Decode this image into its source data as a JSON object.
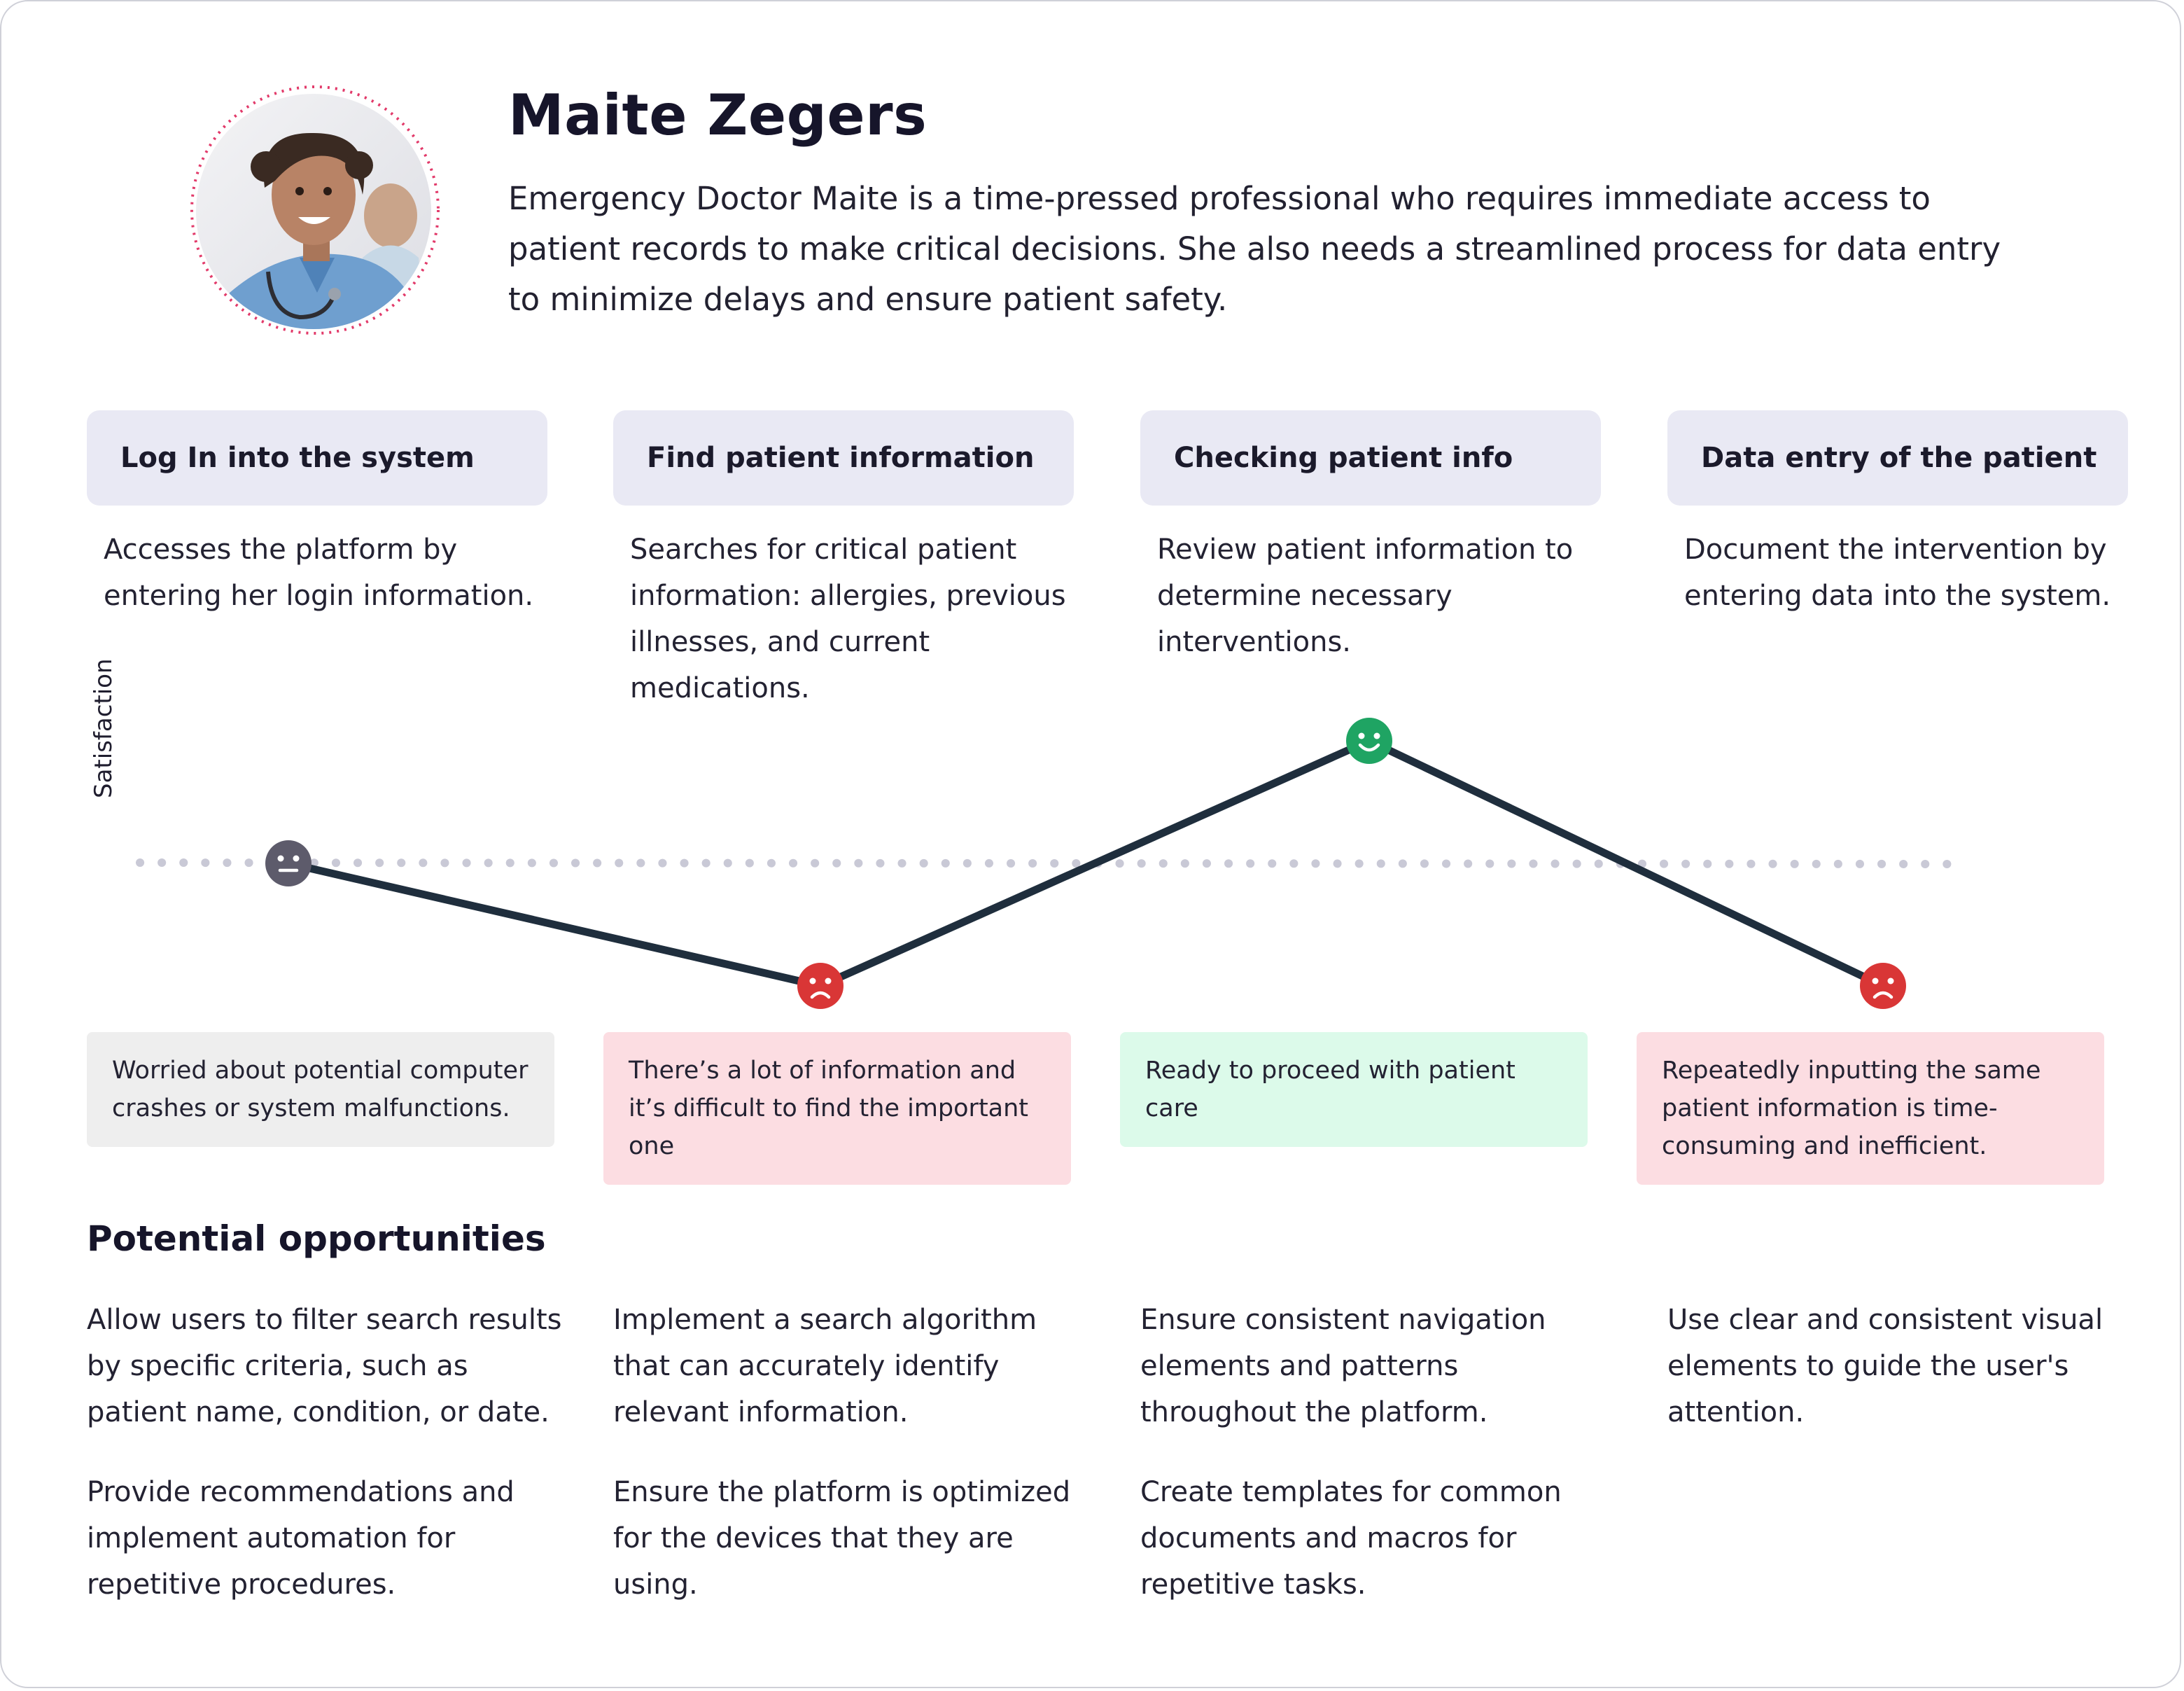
{
  "persona": {
    "name": "Maite Zegers",
    "bio": "Emergency Doctor Maite is a time-pressed professional who requires immediate access to patient records to make critical decisions. She also needs a streamlined process for data entry to minimize delays and ensure patient safety."
  },
  "stages": [
    {
      "title": "Log In into the system",
      "description": "Accesses the platform by entering her login information."
    },
    {
      "title": "Find patient information",
      "description": "Searches for critical patient information: allergies, previous illnesses, and current medications."
    },
    {
      "title": "Checking patient info",
      "description": "Review patient information to determine necessary interventions."
    },
    {
      "title": "Data entry of the patient",
      "description": "Document the intervention by entering data into the system."
    }
  ],
  "chart_data": {
    "type": "line",
    "ylabel": "Satisfaction",
    "categories": [
      "Log In into the system",
      "Find patient information",
      "Checking patient info",
      "Data entry of the patient"
    ],
    "values": [
      0,
      -1,
      1,
      -1
    ],
    "moods": [
      "neutral",
      "sad",
      "happy",
      "sad"
    ],
    "baseline": 0,
    "colors": {
      "neutral": "#5d5b6b",
      "sad": "#d93636",
      "happy": "#1fa463",
      "line": "#1f2e3d",
      "baseline": "#c9c9d6"
    }
  },
  "emotions": [
    {
      "text": "Worried about potential computer crashes or system malfunctions.",
      "tone": "neutral"
    },
    {
      "text": "There’s a lot of information and it’s difficult to find the important one",
      "tone": "negative"
    },
    {
      "text": "Ready to proceed with patient care",
      "tone": "positive"
    },
    {
      "text": "Repeatedly inputting the same patient information is time-consuming and inefficient.",
      "tone": "negative"
    }
  ],
  "opportunities": {
    "title": "Potential opportunities",
    "columns": [
      [
        "Allow users to filter search results by specific criteria, such as patient name, condition, or date.",
        "Provide recommendations and implement automation for repetitive procedures."
      ],
      [
        "Implement a search algorithm that can accurately identify relevant information.",
        "Ensure the platform is optimized for the devices that they are using."
      ],
      [
        "Ensure consistent navigation elements and patterns throughout the platform.",
        "Create templates for common documents and macros for repetitive tasks."
      ],
      [
        "Use clear and consistent visual elements to guide the user's attention."
      ]
    ]
  }
}
